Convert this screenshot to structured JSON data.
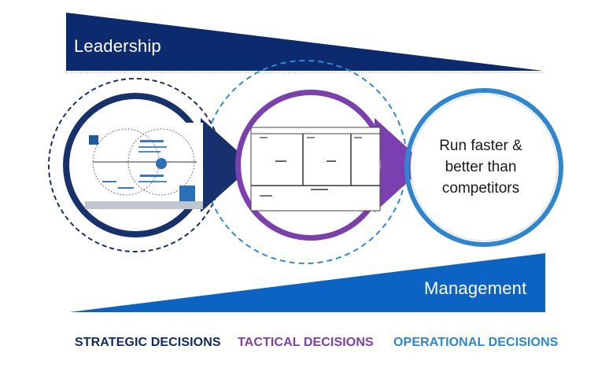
{
  "top_banner": {
    "label": "Leadership",
    "color": "#0c2a6e"
  },
  "bottom_banner": {
    "label": "Management",
    "color": "#0b63c4"
  },
  "circles": {
    "strategic": {
      "color": "#17306e",
      "dashed_color": "#1b2f66",
      "thumbnail": "strategy-canvas-thumbnail"
    },
    "tactical": {
      "color": "#7b3fb0",
      "dashed_color": "#2e8bd6",
      "thumbnail": "tactical-board-thumbnail"
    },
    "operational": {
      "color": "#2e86d3",
      "text": "Run faster & better than competitors"
    }
  },
  "decisions": {
    "strategic": {
      "label": "STRATEGIC DECISIONS",
      "color": "#0f2a6b"
    },
    "tactical": {
      "label": "TACTICAL DECISIONS",
      "color": "#7b3fb0"
    },
    "operational": {
      "label": "OPERATIONAL DECISIONS",
      "color": "#2a86d6"
    }
  }
}
